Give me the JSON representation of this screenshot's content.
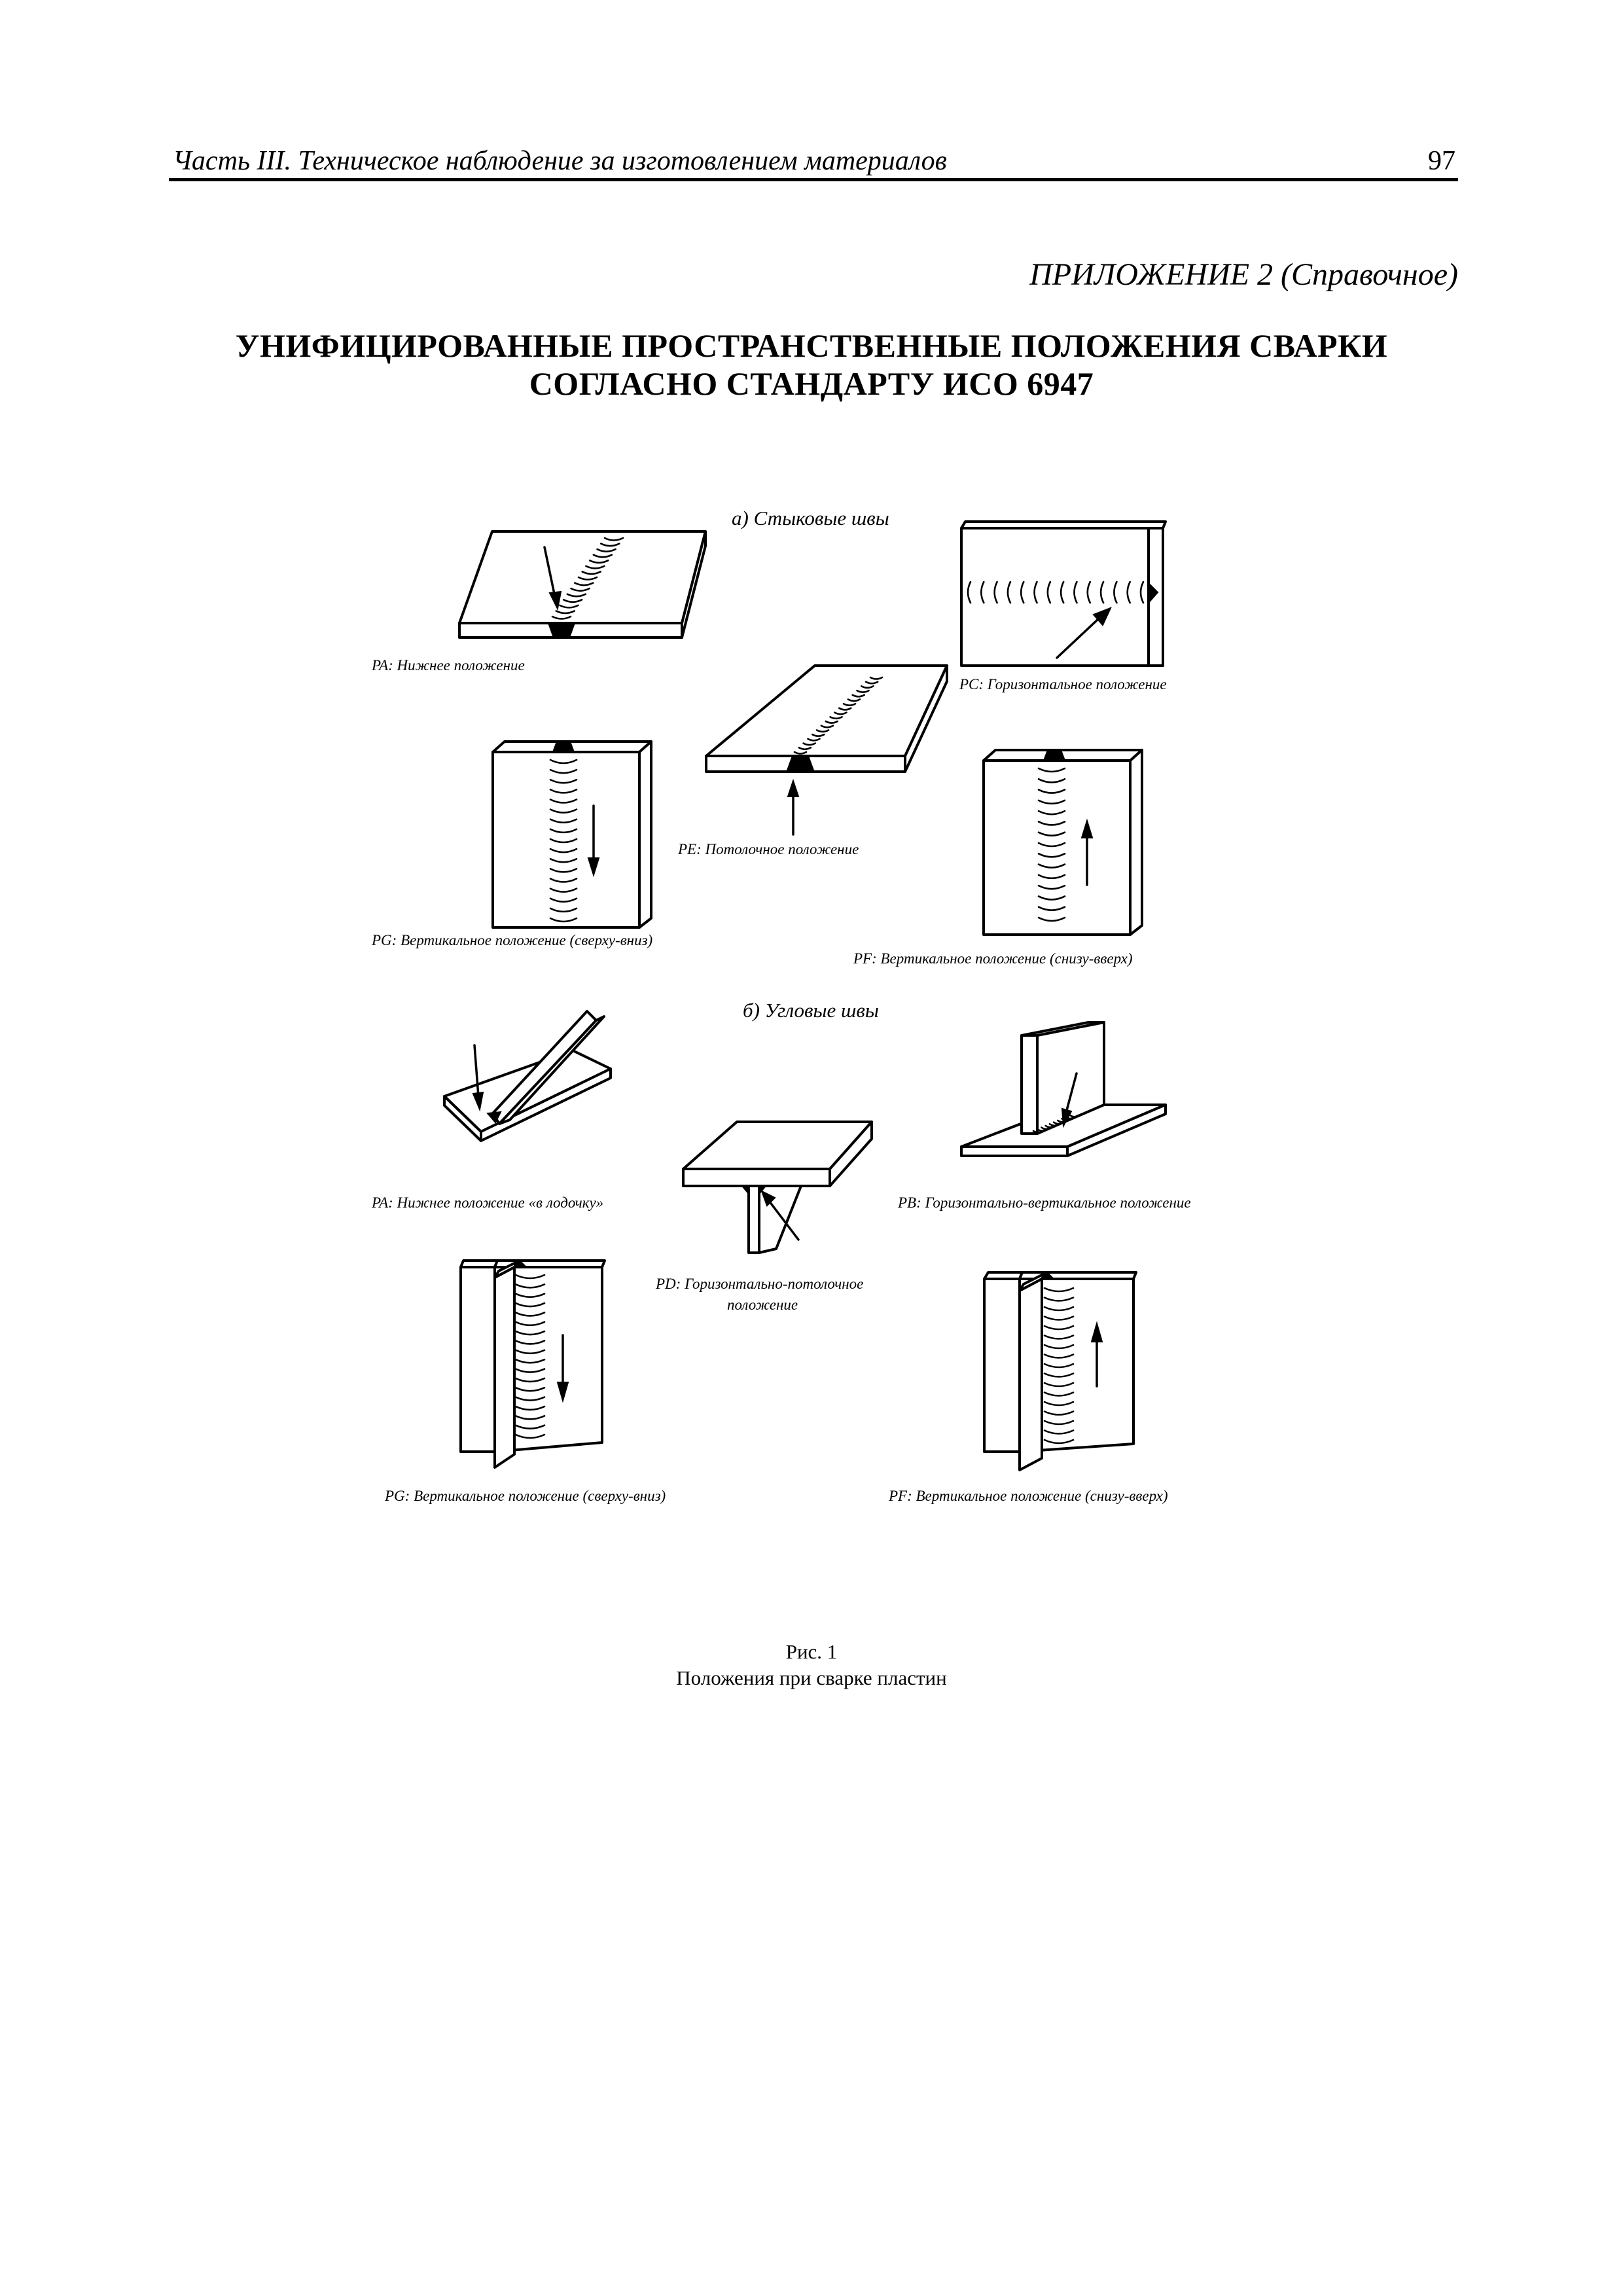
{
  "header": {
    "running_title": "Часть III. Техническое наблюдение за изготовлением материалов",
    "page_number": "97"
  },
  "appendix_label": "ПРИЛОЖЕНИЕ 2 (Справочное)",
  "title": {
    "line1": "УНИФИЦИРОВАННЫЕ ПРОСТРАНСТВЕННЫЕ ПОЛОЖЕНИЯ СВАРКИ",
    "line2": "СОГЛАСНО СТАНДАРТУ ИСО 6947"
  },
  "section_a": {
    "title": "а) Стыковые швы",
    "captions": {
      "pa": "PA: Нижнее положение",
      "pc": "PC: Горизонтальное положение",
      "pe": "PE: Потолочное положение",
      "pg": "PG: Вертикальное положение (сверху-вниз)",
      "pf": "PF: Вертикальное положение (снизу-вверх)"
    }
  },
  "section_b": {
    "title": "б) Угловые швы",
    "captions": {
      "pa": "PA: Нижнее положение «в лодочку»",
      "pb": "PB: Горизонтально-вертикальное положение",
      "pd_line1": "PD: Горизонтально-потолочное",
      "pd_line2": "положение",
      "pg": "PG: Вертикальное положение (сверху-вниз)",
      "pf": "PF: Вертикальное положение (снизу-вверх)"
    }
  },
  "figure_caption": {
    "number": "Рис. 1",
    "text": "Положения при сварке пластин"
  }
}
